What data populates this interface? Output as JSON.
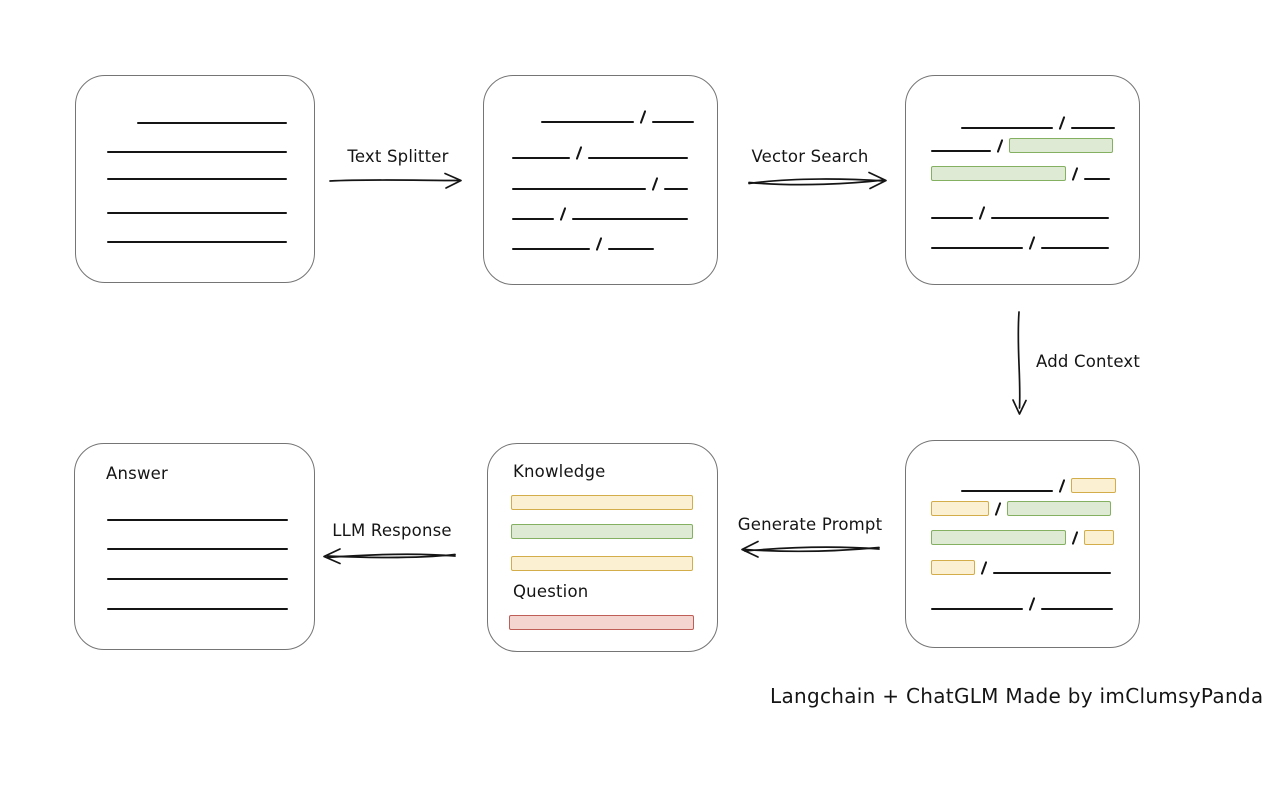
{
  "diagram": {
    "caption": "Langchain + ChatGLM Made by imClumsyPanda",
    "arrow_labels": {
      "text_splitter": "Text Splitter",
      "vector_search": "Vector Search",
      "add_context": "Add Context",
      "generate_prompt": "Generate Prompt",
      "llm_response": "LLM Response"
    },
    "prompt_box": {
      "knowledge": "Knowledge",
      "question": "Question"
    },
    "answer_box": {
      "title": "Answer"
    }
  },
  "colors": {
    "ink": "#151515",
    "box_border": "#757575",
    "green_fill": "#dfead5",
    "green_border": "#84b161",
    "yellow_fill": "#fbf1d2",
    "yellow_border": "#d2ad49",
    "red_fill": "#f4d5d0",
    "red_border": "#bf5e56"
  }
}
